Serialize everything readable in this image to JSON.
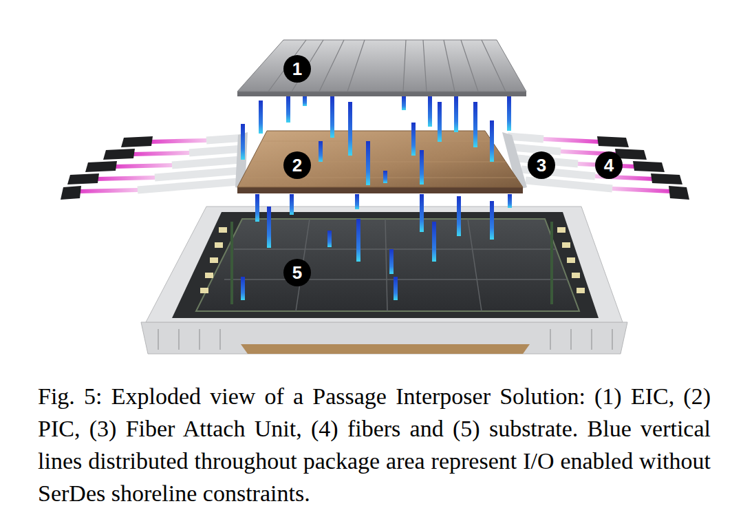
{
  "diagram": {
    "caption": "Fig. 5: Exploded view of a Passage Interposer Solution: (1) EIC, (2) PIC, (3) Fiber Attach Unit, (4) fibers and (5) substrate. Blue vertical lines distributed throughout package area represent I/O enabled without SerDes shoreline constraints.",
    "labels": [
      "1",
      "2",
      "3",
      "4",
      "5"
    ]
  }
}
